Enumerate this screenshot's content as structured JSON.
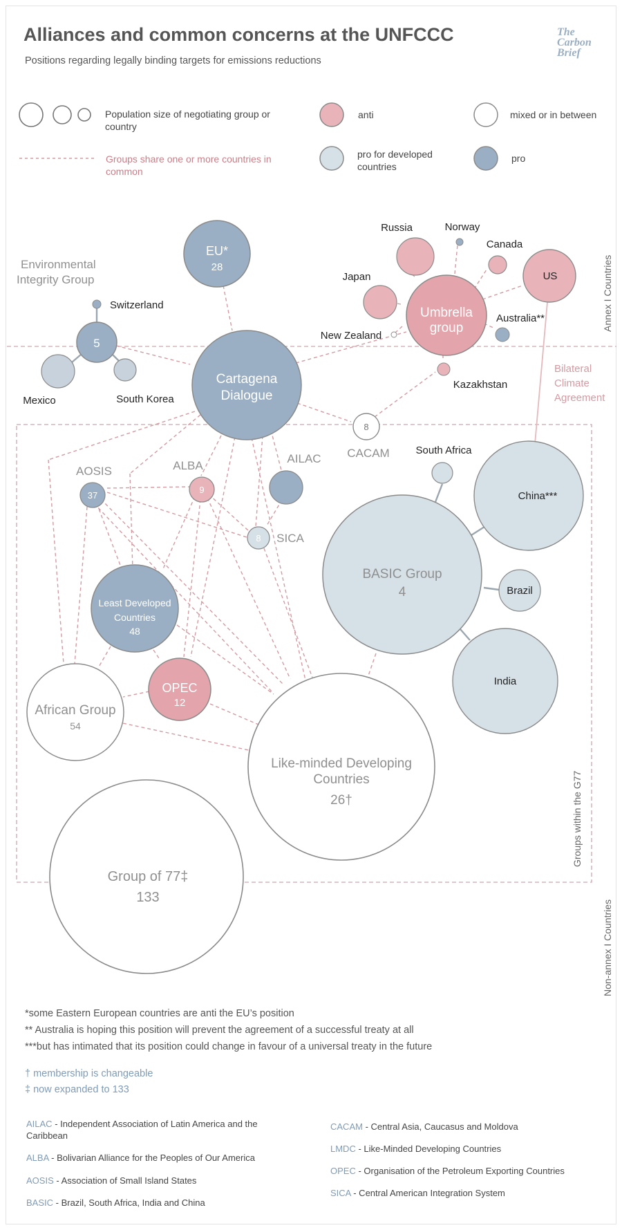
{
  "title": "Alliances and common concerns at the UNFCCC",
  "subtitle": "Positions regarding legally binding targets for emissions reductions",
  "logo": {
    "text_line1": "The",
    "text_line2": "Carbon",
    "text_line3": "Brief"
  },
  "colors": {
    "anti": "#e8b4b9",
    "anti_dark": "#e3a4ab",
    "pro": "#9aafc3",
    "pro_dev": "#d5e1e7",
    "mixed": "#ffffff",
    "stroke": "#8a8a8a",
    "link": "#d49aa1",
    "annex_line": "#c9a8ad",
    "text_muted": "#8f8f8f",
    "text_dark": "#222222",
    "title": "#555555",
    "legend_pink_text": "#c97e87",
    "abbr_blue": "#7f9bb7"
  },
  "legend": {
    "population_label": "Population size of negotiating group or country",
    "shared_label": "Groups share one or more countries in common",
    "anti_label": "anti",
    "pro_dev_label": "pro for developed countries",
    "mixed_label": "mixed or in between",
    "pro_label": "pro"
  },
  "side_labels": {
    "annex": "Annex I Countries",
    "non_annex": "Non-annex I Countries",
    "g77": "Groups within the G77"
  },
  "bilateral_label": [
    "Bilateral",
    "Climate",
    "Agreement"
  ],
  "nodes": {
    "eu": {
      "lines": [
        "EU*"
      ],
      "num": "28",
      "pos": "pro"
    },
    "eig": {
      "num": "5",
      "pos": "pro"
    },
    "eig_label": [
      "Environmental",
      "Integrity Group"
    ],
    "switzerland": {
      "label": "Switzerland"
    },
    "mexico": {
      "label": "Mexico"
    },
    "south_korea": {
      "label": "South Korea"
    },
    "cartagena": {
      "lines": [
        "Cartagena",
        "Dialogue"
      ]
    },
    "umbrella": {
      "lines": [
        "Umbrella",
        "group"
      ]
    },
    "russia": {
      "label": "Russia"
    },
    "norway": {
      "label": "Norway"
    },
    "canada": {
      "label": "Canada"
    },
    "japan": {
      "label": "Japan"
    },
    "us": {
      "label": "US"
    },
    "new_zealand": {
      "label": "New Zealand"
    },
    "australia": {
      "label": "Australia**"
    },
    "kazakhstan": {
      "label": "Kazakhstan"
    },
    "cacam": {
      "label": "CACAM",
      "num": "8"
    },
    "aosis": {
      "label": "AOSIS",
      "num": "37"
    },
    "alba": {
      "label": "ALBA",
      "num": "9"
    },
    "ailac": {
      "label": "AILAC"
    },
    "sica": {
      "label": "SICA",
      "num": "8"
    },
    "south_africa": {
      "label": "South Africa"
    },
    "china": {
      "label": "China***"
    },
    "basic": {
      "lines": [
        "BASIC Group"
      ],
      "num": "4"
    },
    "brazil": {
      "label": "Brazil"
    },
    "india": {
      "label": "India"
    },
    "ldc": {
      "lines": [
        "Least Developed",
        "Countries"
      ],
      "num": "48"
    },
    "opec": {
      "lines": [
        "OPEC"
      ],
      "num": "12"
    },
    "african": {
      "lines": [
        "African Group"
      ],
      "num": "54"
    },
    "lmdc": {
      "lines": [
        "Like-minded Developing",
        "Countries"
      ],
      "num": "26†"
    },
    "g77": {
      "lines": [
        "Group of 77‡"
      ],
      "num": "133"
    }
  },
  "footnotes": [
    "*some Eastern European countries are anti the EU’s position",
    "** Australia is hoping this position will prevent the agreement of a successful treaty at all",
    "***but has intimated that its position could change in favour of a universal treaty in the future"
  ],
  "notes_blue": [
    "† membership is changeable",
    "‡ now expanded to 133"
  ],
  "abbreviations_left": [
    {
      "abbr": "AILAC",
      "text": " - Independent Association of Latin America and the",
      "text2": "Caribbean"
    },
    {
      "abbr": "ALBA",
      "text": " - Bolivarian Alliance for the Peoples of Our America"
    },
    {
      "abbr": "AOSIS",
      "text": " - Association of Small Island States"
    },
    {
      "abbr": "BASIC",
      "text": " - Brazil, South Africa, India and China"
    }
  ],
  "abbreviations_right": [
    {
      "abbr": "CACAM",
      "text": " - Central Asia, Caucasus and Moldova"
    },
    {
      "abbr": "LMDC",
      "text": " - Like-Minded Developing Countries"
    },
    {
      "abbr": "OPEC",
      "text": " - Organisation of the Petroleum Exporting Countries"
    },
    {
      "abbr": "SICA",
      "text": " - Central American Integration System"
    }
  ]
}
